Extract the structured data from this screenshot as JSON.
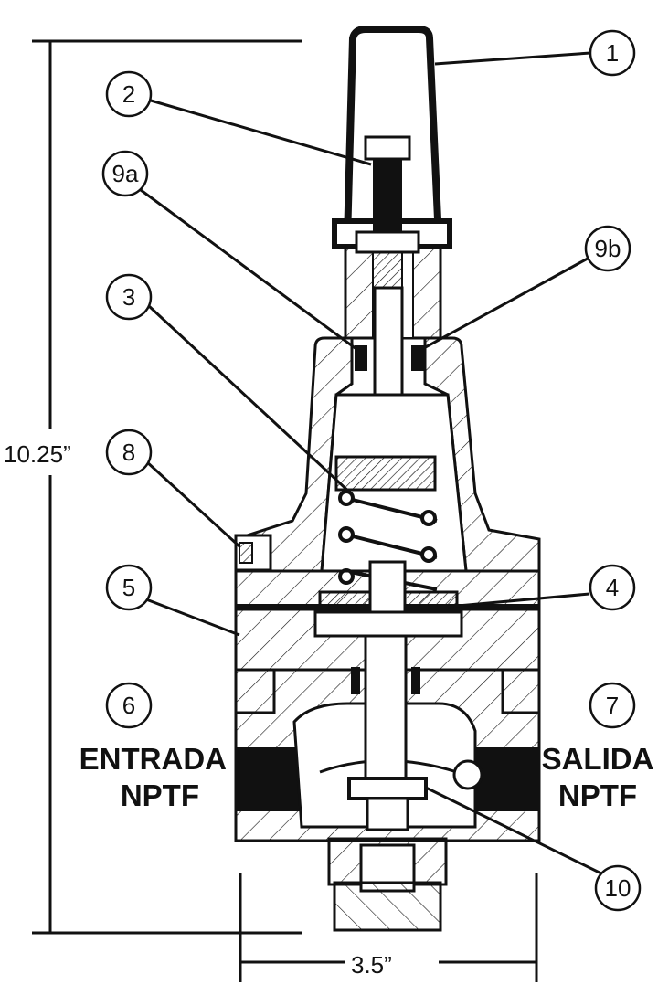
{
  "dimensions": {
    "height": "10.25”",
    "width": "3.5”"
  },
  "ports": {
    "inlet": {
      "line1": "ENTRADA",
      "line2": "NPTF"
    },
    "outlet": {
      "line1": "SALIDA",
      "line2": "NPTF"
    }
  },
  "callouts": {
    "c1": "1",
    "c2": "2",
    "c9a": "9a",
    "c9b": "9b",
    "c3": "3",
    "c8": "8",
    "c5": "5",
    "c4": "4",
    "c6": "6",
    "c7": "7",
    "c10": "10"
  },
  "colors": {
    "ink": "#111111",
    "paper": "#ffffff"
  }
}
